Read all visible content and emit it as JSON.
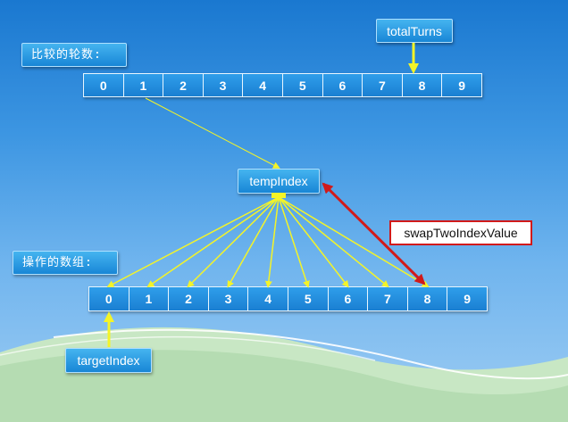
{
  "labels": {
    "compare_rounds": "比较的轮数:",
    "operate_array": "操作的数组:",
    "total_turns": "totalTurns",
    "temp_index": "tempIndex",
    "target_index": "targetIndex",
    "swap_func": "swapTwoIndexValue"
  },
  "top_array": [
    "0",
    "1",
    "2",
    "3",
    "4",
    "5",
    "6",
    "7",
    "8",
    "9"
  ],
  "bottom_array": [
    "0",
    "1",
    "2",
    "3",
    "4",
    "5",
    "6",
    "7",
    "8",
    "9"
  ],
  "colors": {
    "pointer_arrow": "#f4f427",
    "swap_arrow": "#d11a1a",
    "label_box": "#1886d6"
  }
}
